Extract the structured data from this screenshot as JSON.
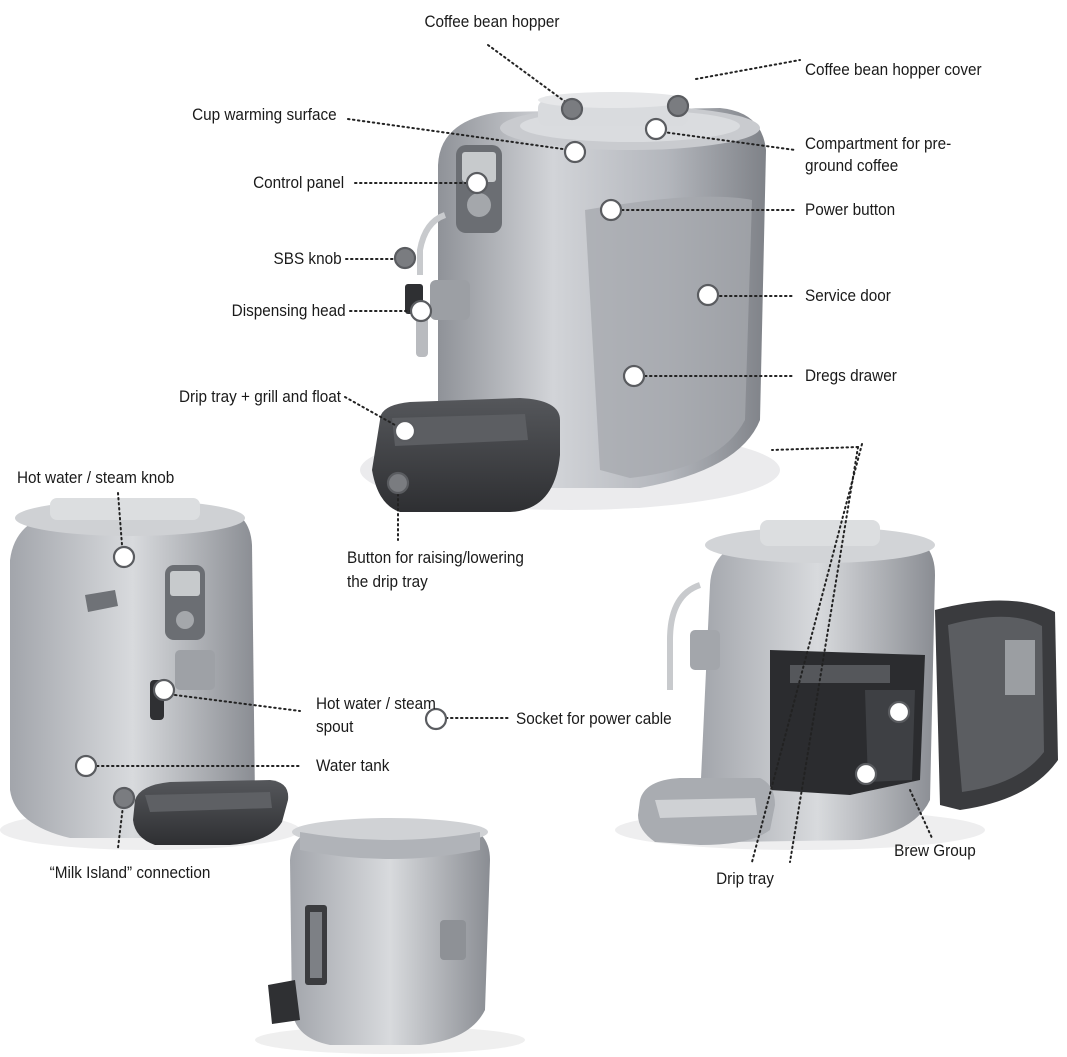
{
  "labels": {
    "coffee_bean_hopper": "Coffee bean hopper",
    "coffee_bean_hopper_cover": "Coffee bean hopper cover",
    "cup_warming_surface": "Cup warming surface",
    "compartment_preground_1": "Compartment for pre-",
    "compartment_preground_2": "ground coffee",
    "control_panel": "Control panel",
    "power_button": "Power button",
    "sbs_knob": "SBS knob",
    "service_door": "Service door",
    "dispensing_head": "Dispensing head",
    "dregs_drawer": "Dregs drawer",
    "drip_tray_grill_float": "Drip tray + grill and float",
    "hot_water_steam_knob": "Hot water / steam knob",
    "raise_lower_button_1": "Button for raising/lowering",
    "raise_lower_button_2": "the drip tray",
    "hot_water_spout_1": "Hot water  / steam",
    "hot_water_spout_2": "spout",
    "water_tank": "Water tank",
    "milk_island": "“Milk Island” connection",
    "drip_tray": "Drip tray",
    "brew_group": "Brew Group",
    "power_socket": "Socket for power cable"
  },
  "colors": {
    "machine_silver": "#b9bcc2",
    "machine_shadow": "#8e9197",
    "tray_dark": "#3c3d40",
    "marker_filled": "#7a7c80",
    "marker_hollow": "#ffffff",
    "leader": "#222222"
  }
}
